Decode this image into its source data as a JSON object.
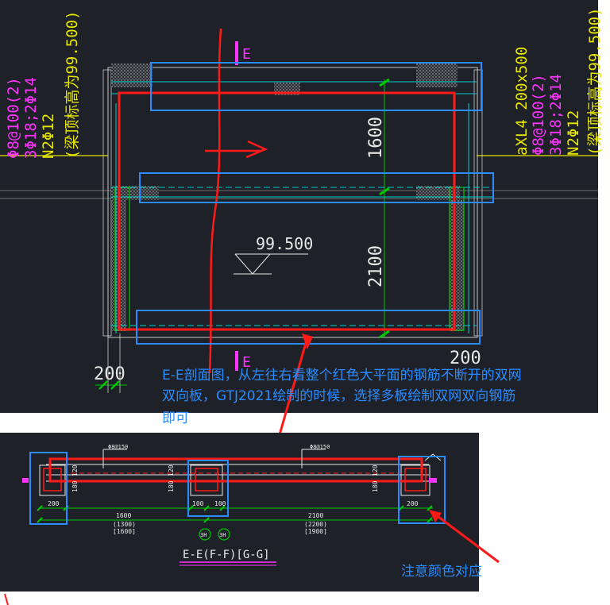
{
  "plan": {
    "section_mark": "E",
    "left_notes": [
      "Φ8@100(2)",
      "3Φ18;2Φ14",
      "N2Φ12",
      "(梁顶标高为99.500)"
    ],
    "right_notes": [
      "aXL4 200x500",
      "Φ8@100(2)",
      "3Φ18;2Φ14",
      "N2Φ12",
      "(梁顶标高为99.500)"
    ],
    "dim_1600": "1600",
    "dim_2100": "2100",
    "elevation": "99.500",
    "dim_200_left": "200",
    "dim_200_right": "200"
  },
  "annotation_main": {
    "line1": "E-E剖面图，从左往右看整个红色大平面的钢筋不断开的双网",
    "line2": "双向板，GTJ2021绘制的时候，选择多板绘制双网双向钢筋",
    "line3": "即可"
  },
  "section": {
    "title": "E-E(F-F)[G-G]",
    "dim_1600": "1600",
    "dim_1300": "(1300)",
    "dim_1600b": "[1600]",
    "dim_2100": "2100",
    "dim_2200": "(2200)",
    "dim_1900": "[1900]",
    "dim_200_left": "200",
    "dim_200_right": "200",
    "dim_100_a": "100",
    "dim_100_b": "100",
    "dim_120_a": "120",
    "dim_120_b": "120",
    "dim_120_c": "120",
    "dim_180_a": "180",
    "dim_180_b": "180",
    "dim_180_c": "180",
    "rebar_1": "Φ8@150",
    "rebar_2": "Φ8@150",
    "axis_left": "3H",
    "axis_right": "3H"
  },
  "annotation_color": "注意颜色对应",
  "colors": {
    "cad_bg": "#1e2128",
    "red": "#ff1a1a",
    "blue": "#2a8cff",
    "green": "#00c800",
    "cyan": "#00cccc",
    "magenta": "#ff33ff",
    "yellow": "#e6e600",
    "white": "#e8e8e8"
  }
}
